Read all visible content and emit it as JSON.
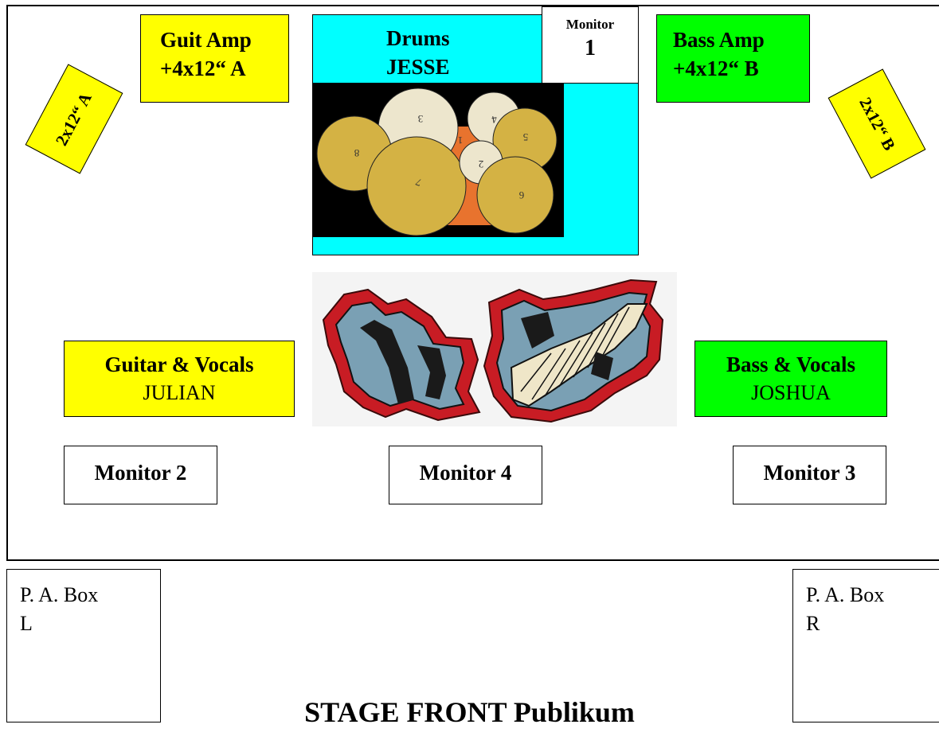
{
  "guit_amp": {
    "line1": "Guit Amp",
    "line2": "+4x12“ A"
  },
  "drums": {
    "line1": "Drums",
    "line2": "JESSE",
    "pieces": [
      "1",
      "2",
      "3",
      "4",
      "5",
      "6",
      "7",
      "8"
    ]
  },
  "monitor1": {
    "line1": "Monitor",
    "line2": "1"
  },
  "bass_amp": {
    "line1": "Bass Amp",
    "line2": "+4x12“ B"
  },
  "cab_a": {
    "label": "2x12“ A"
  },
  "cab_b": {
    "label": "2x12“ B"
  },
  "guitar_vocals": {
    "role": "Guitar & Vocals",
    "name": "JULIAN"
  },
  "bass_vocals": {
    "role": "Bass & Vocals",
    "name": "JOSHUA"
  },
  "monitors": {
    "m2": "Monitor 2",
    "m4": "Monitor 4",
    "m3": "Monitor 3"
  },
  "pa_left": {
    "line1": "P. A. Box",
    "line2": "L"
  },
  "pa_right": {
    "line1": "P. A. Box",
    "line2": "R"
  },
  "footer": {
    "title": "STAGE FRONT Publikum"
  },
  "colors": {
    "amp_guitar": "#ffff00",
    "amp_bass": "#00ff00",
    "drum_riser": "#00ffff",
    "cymbal": "#d4b244",
    "drum_head": "#ede6cd",
    "rug": "#e8732e"
  }
}
